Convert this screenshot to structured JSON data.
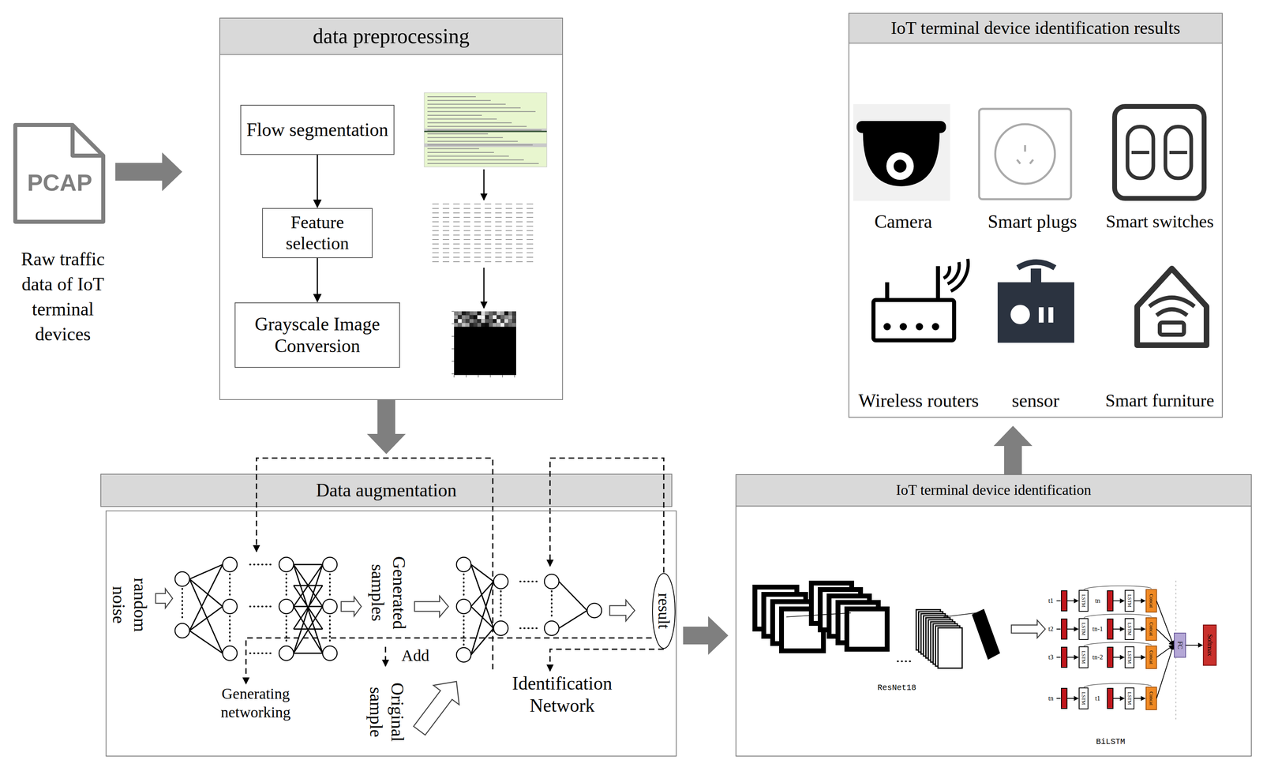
{
  "diagram": {
    "nodes": [
      {
        "text": [
          "PCAP",
          "Raw traffic data of IoT terminal devices"
        ]
      },
      {
        "text": [
          "data preprocessing"
        ]
      },
      {
        "text": [
          "Flow segmentation"
        ],
        "in": 1
      },
      {
        "text": [
          "Feature selection"
        ],
        "in": 1
      },
      {
        "text": [
          "Grayscale Image Conversion"
        ],
        "in": 1
      },
      {
        "text": [
          "IoT terminal device identification results"
        ]
      },
      {
        "text": [
          "Data augmentation"
        ]
      },
      {
        "text": [
          "result"
        ],
        "in": 6
      },
      {
        "text": [
          "IoT terminal device identification"
        ]
      }
    ],
    "edges": [
      {
        "from": 0,
        "to": 1,
        "arrow": "to"
      },
      {
        "from": 2,
        "to": 3,
        "arrow": "to"
      },
      {
        "from": 3,
        "to": 4,
        "arrow": "to"
      },
      {
        "from": 1,
        "to": 6,
        "arrow": "to"
      },
      {
        "from": 6,
        "to": 8,
        "arrow": "to"
      },
      {
        "from": 8,
        "to": 5,
        "arrow": "to"
      }
    ],
    "labels": [
      "Camera",
      "Smart plugs",
      "Smart switches",
      "Wireless routers",
      "sensor",
      "Smart furniture",
      "random noise",
      "Generated samples",
      "Add",
      "Original sample",
      "Generating networking",
      "Identification Network",
      "ResNet18",
      "BiLSTM",
      "t1",
      "t2",
      "t3",
      "tn",
      "tn",
      "tn-1",
      "tn-2",
      "t1",
      "FC",
      "Softmax",
      "LSTM",
      "LSTM",
      "LSTM",
      "LSTM",
      "LSTM",
      "LSTM",
      "LSTM",
      "LSTM",
      "Concat",
      "Concat",
      "Concat",
      "Concat"
    ]
  }
}
